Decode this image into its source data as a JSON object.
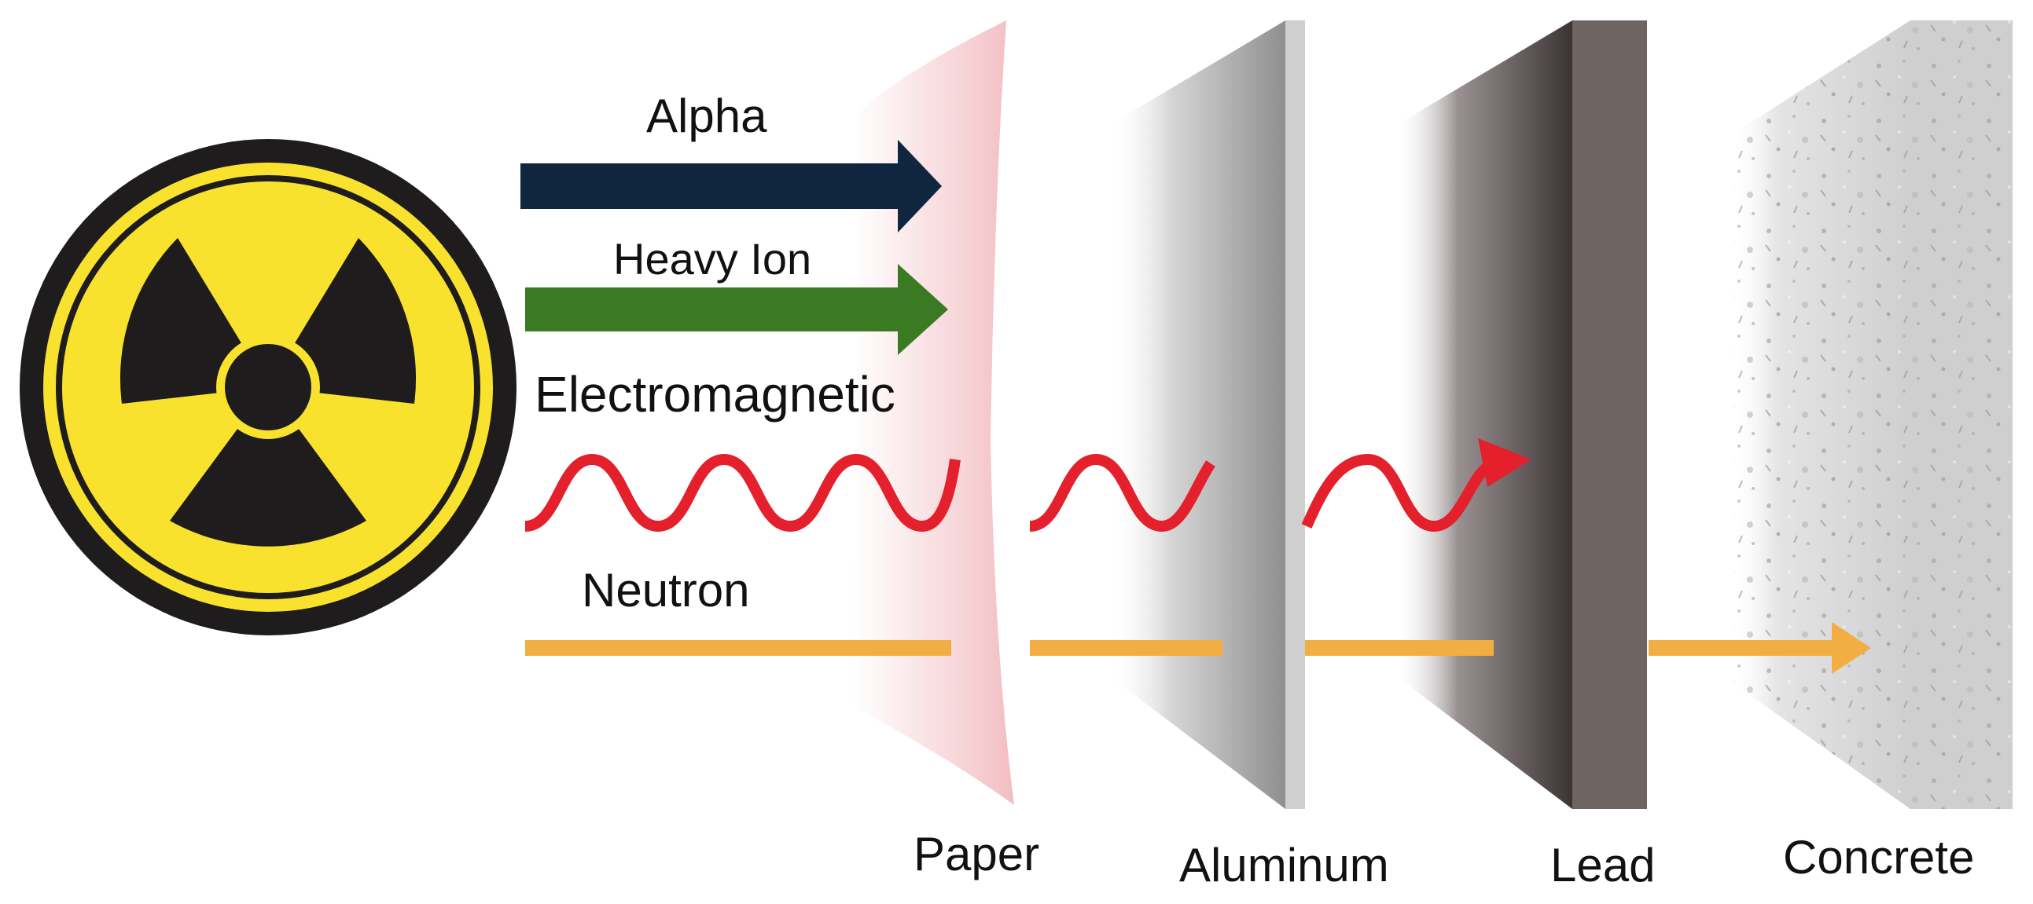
{
  "rays": {
    "alpha": "Alpha",
    "heavy_ion": "Heavy Ion",
    "electromagnetic": "Electromagnetic",
    "neutron": "Neutron"
  },
  "materials": {
    "paper": "Paper",
    "aluminum": "Aluminum",
    "lead": "Lead",
    "concrete": "Concrete"
  },
  "colors": {
    "alpha": "#10263f",
    "heavy_ion": "#3a7a22",
    "electromagnetic": "#e3202b",
    "neutron": "#f2ad43",
    "symbol_yellow": "#f9e22e",
    "symbol_black": "#1e1c1d",
    "paper": "#f2c4c8",
    "aluminum": "#a6a6a6",
    "lead": "#6e6563",
    "concrete": "#d4d4d4"
  },
  "icons": {
    "radiation_symbol": "radiation-trefoil-icon"
  }
}
